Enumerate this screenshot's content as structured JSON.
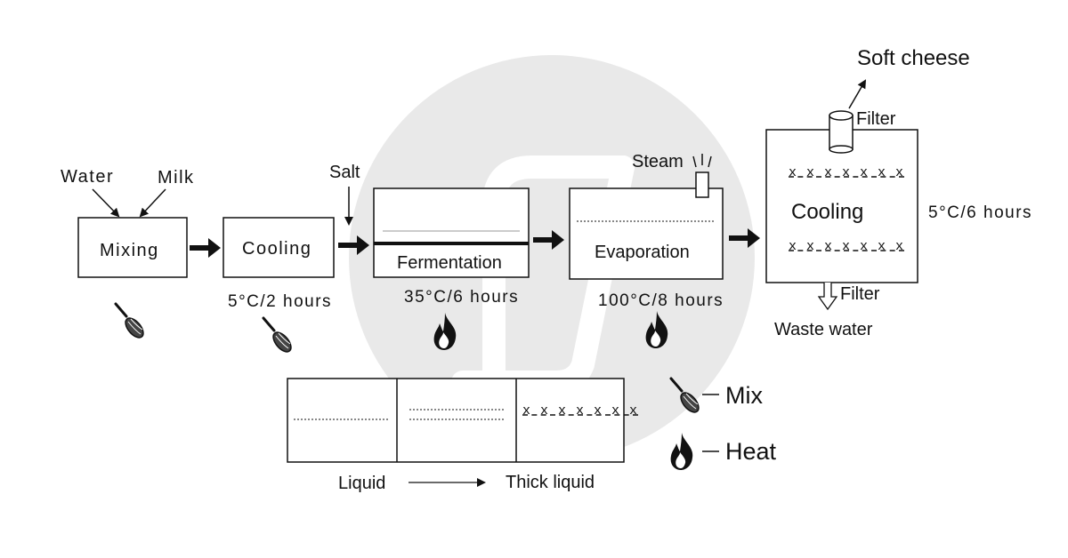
{
  "colors": {
    "ink": "#111111",
    "watermark": "#e9e9e9",
    "line": "#888888"
  },
  "inputs": {
    "water": "Water",
    "milk": "Milk",
    "salt": "Salt"
  },
  "steps": {
    "mixing": {
      "label": "Mixing"
    },
    "cooling1": {
      "label": "Cooling",
      "condition": "5°C/2 hours"
    },
    "fermentation": {
      "label": "Fermentation",
      "condition": "35°C/6 hours"
    },
    "evaporation": {
      "label": "Evaporation",
      "condition": "100°C/8 hours",
      "output": "Steam"
    },
    "cooling2": {
      "label": "Cooling",
      "condition": "5°C/6 hours",
      "pattern": "x x x x x x x"
    }
  },
  "outputs": {
    "soft_cheese": "Soft cheese",
    "filter_top": "Filter",
    "filter_bottom": "Filter",
    "waste_water": "Waste water"
  },
  "legend": {
    "mix": "Mix",
    "heat": "Heat"
  },
  "consistency": {
    "start": "Liquid",
    "end": "Thick liquid",
    "pattern": "x x x x x x x"
  }
}
